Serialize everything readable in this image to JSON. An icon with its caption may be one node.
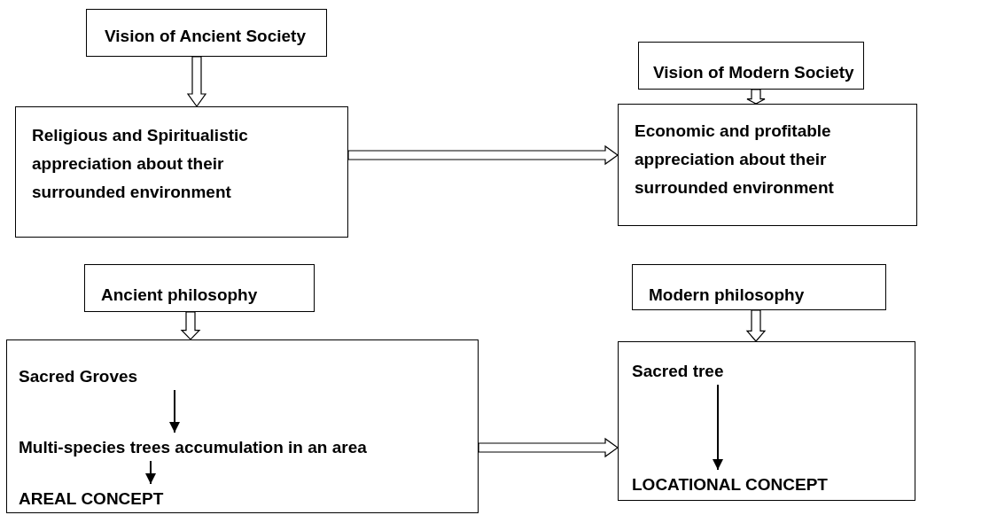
{
  "diagram": {
    "nodes": [
      {
        "text": [
          "Vision of Ancient  Society"
        ]
      },
      {
        "text": [
          "Religious and Spiritualistic appreciation about their surrounded environment"
        ]
      },
      {
        "text": [
          "Vision of Modern Society"
        ]
      },
      {
        "text": [
          "Economic and profitable appreciation about their surrounded environment"
        ]
      },
      {
        "text": [
          "Ancient philosophy"
        ]
      },
      {
        "text": [],
        "shape": "box"
      },
      {
        "text": [
          "Sacred Groves"
        ],
        "in": 5
      },
      {
        "text": [
          "Multi-species trees accumulation in an area"
        ],
        "in": 5
      },
      {
        "text": [
          "AREAL CONCEPT"
        ],
        "in": 5
      },
      {
        "text": [
          "Modern philosophy"
        ]
      },
      {
        "text": [],
        "shape": "box"
      },
      {
        "text": [
          "Sacred tree"
        ],
        "in": 10
      },
      {
        "text": [
          "LOCATIONAL CONCEPT"
        ],
        "in": 10
      }
    ],
    "edges": [
      {
        "from": 0,
        "to": 1,
        "arrow": "to",
        "style": "thick"
      },
      {
        "from": 2,
        "to": 3,
        "arrow": "to",
        "style": "thick"
      },
      {
        "from": 1,
        "to": 3,
        "arrow": "to",
        "style": "thick"
      },
      {
        "from": 4,
        "to": 5,
        "arrow": "to",
        "style": "thick"
      },
      {
        "from": 9,
        "to": 10,
        "arrow": "to",
        "style": "thick"
      },
      {
        "from": 5,
        "to": 10,
        "arrow": "to",
        "style": "thick"
      },
      {
        "from": 6,
        "to": 7,
        "arrow": "to"
      },
      {
        "from": 7,
        "to": 8,
        "arrow": "to"
      },
      {
        "from": 11,
        "to": 12,
        "arrow": "to"
      }
    ]
  }
}
